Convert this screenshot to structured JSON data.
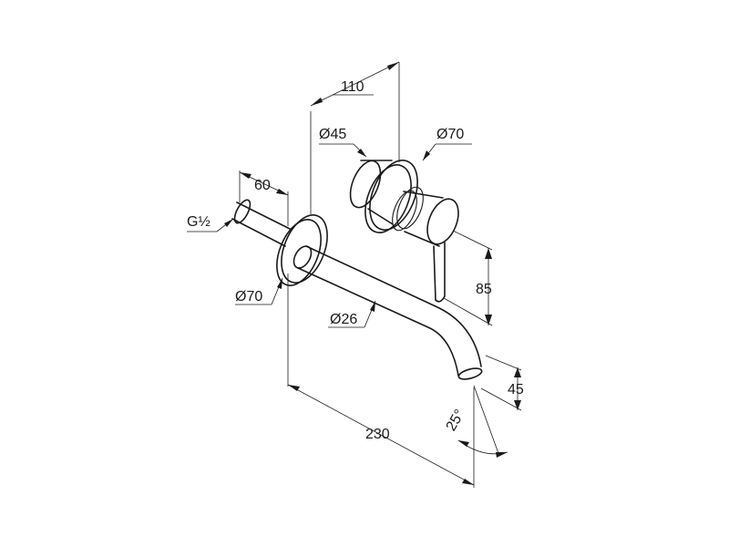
{
  "dimensions": {
    "width_total": "110",
    "dia_knob_small": "Ø45",
    "dia_knob_rosette": "Ø70",
    "depth_inlet": "60",
    "thread": "G½",
    "dia_spout_rosette": "Ø70",
    "height_lever": "85",
    "dia_spout": "Ø26",
    "height_spout": "45",
    "angle": "25°",
    "projection": "230"
  }
}
